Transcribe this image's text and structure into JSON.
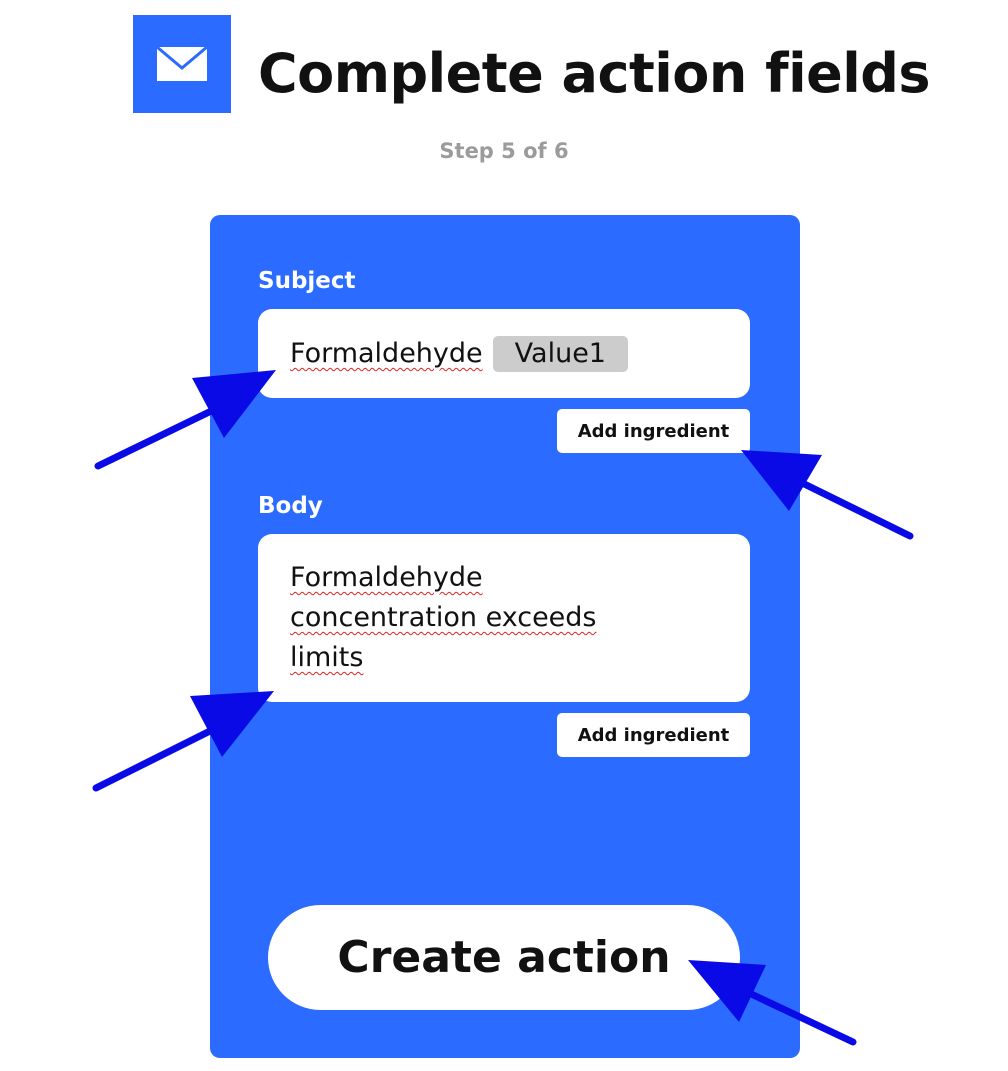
{
  "header": {
    "icon": "mail-icon",
    "title": "Complete action fields",
    "step": "Step 5 of 6"
  },
  "form": {
    "subject": {
      "label": "Subject",
      "value_text": "Formaldehyde",
      "ingredient": "Value1",
      "add_ingredient_label": "Add ingredient"
    },
    "body": {
      "label": "Body",
      "value_text": "Formaldehyde concentration exceeds limits",
      "add_ingredient_label": "Add ingredient"
    },
    "create_label": "Create action"
  },
  "colors": {
    "accent": "#2b6bff",
    "annotation_arrow": "#0a0ae6",
    "chip": "#cccccc",
    "step_text": "#9b9b9b"
  }
}
